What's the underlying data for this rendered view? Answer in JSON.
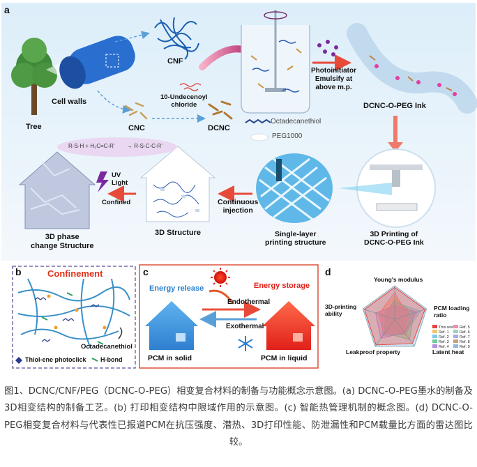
{
  "panel_letters": {
    "a": "a",
    "b": "b",
    "c": "c",
    "d": "d"
  },
  "panel_a": {
    "tree": "Tree",
    "cell_walls": "Cell walls",
    "cnf": "CNF",
    "cnc": "CNC",
    "reagent": "10-Undecenoyl\nchloride",
    "dcnc": "DCNC",
    "octadecanethiol": "Octadecanethiol",
    "peg1000": "PEG1000",
    "process": "Photoinitiator\nEmulsify at\nabove m.p.",
    "ink": "DCNC-O-PEG Ink",
    "printing": "3D Printing of\nDCNC-O-PEG Ink",
    "single_layer": "Single-layer\nprinting structure",
    "continuous": "Continuous\ninjection",
    "structure_3d": "3D Structure",
    "uv": "UV\nLight",
    "confined": "Confined",
    "phase_change": "3D phase\nchange Structure",
    "reaction_left": "R-S-H + H₂C=C-R'",
    "reaction_right": "→ R-S-C-C-R'"
  },
  "panel_b": {
    "title": "Confinement",
    "octadecanethiol": "Octadecanethiol",
    "legend_thiol": "Thiol-ene photoclick",
    "legend_hbond": "H-bond"
  },
  "panel_c": {
    "energy_release": "Energy release",
    "energy_storage": "Energy storage",
    "endothermal": "Endothermal",
    "exothermal": "Exothermal",
    "solid": "PCM in solid",
    "liquid": "PCM in liquid"
  },
  "panel_d": {
    "axes": [
      "Young's modulus",
      "PCM loading ratio",
      "Latent heat",
      "Leakproof property",
      "3D-printing ability"
    ],
    "legend": [
      "This work",
      "Ref. 1",
      "Ref. 2",
      "Ref. 3",
      "Ref. 4",
      "Ref. 5",
      "Ref. 6",
      "Ref. 7",
      "Ref. 8",
      "Ref. 9"
    ],
    "colors": [
      "#e8453c",
      "#f2c46b",
      "#7fc8e8",
      "#6fcf97",
      "#b58ee0",
      "#f08fa8",
      "#9bd0c3",
      "#a9a9e8",
      "#c9a27a",
      "#8fb8e0"
    ],
    "this_work_values": [
      0.95,
      0.95,
      0.9,
      0.95,
      0.95
    ]
  },
  "caption": "图1、DCNC/CNF/PEG（DCNC-O-PEG）相变复合材料的制备与功能概念示意图。(a) DCNC-O-PEG墨水的制备及3D相变结构的制备工艺。(b) 打印相变结构中限域作用的示意图。(c) 智能热管理机制的概念图。(d) DCNC-O-PEG相变复合材料与代表性已报道PCM在抗压强度、潜热、3D打印性能、防泄漏性和PCM载量比方面的雷达图比较。"
}
